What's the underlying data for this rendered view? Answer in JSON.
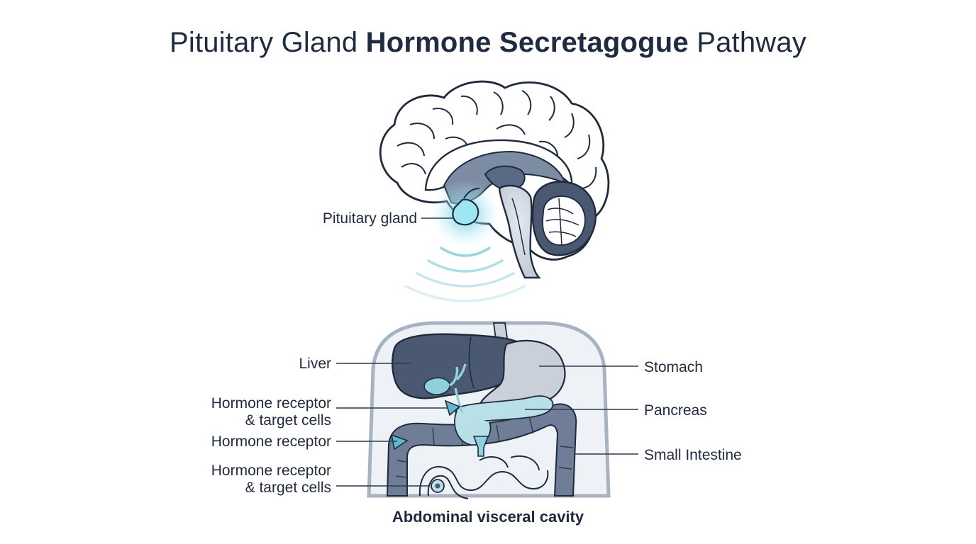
{
  "title": {
    "part1": "Pituitary Gland ",
    "part2": "Hormone Secretagogue",
    "part3": " Pathway"
  },
  "labels": {
    "pituitary": "Pituitary gland",
    "liver": "Liver",
    "receptor_target_1a": "Hormone receptor",
    "receptor_target_1b": "& target cells",
    "receptor": "Hormone receptor",
    "receptor_target_2a": "Hormone receptor",
    "receptor_target_2b": "& target cells",
    "stomach": "Stomach",
    "pancreas": "Pancreas",
    "small_intestine": "Small Intestine",
    "cavity_caption": "Abdominal visceral cavity"
  },
  "colors": {
    "outline": "#1f2a3c",
    "brain_fill": "#ffffff",
    "inner_brain": "#7c8ca3",
    "dark_slate": "#4a5872",
    "light_gray": "#c9d0da",
    "body_bg": "#eef2f6",
    "accent_cyan": "#3fc3e0",
    "receptor_teal": "#8fd0dc"
  }
}
